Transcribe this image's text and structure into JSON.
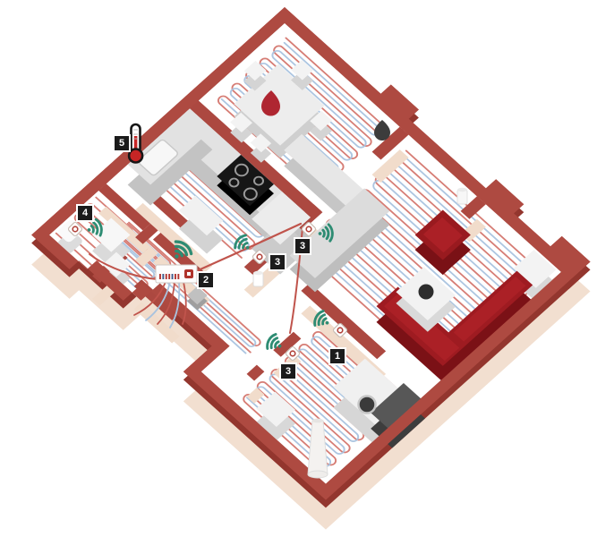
{
  "figure": {
    "kind": "isometric-floorplan-illustration"
  },
  "badges": [
    {
      "label": "1",
      "kind": "room-thermostat-icon"
    },
    {
      "label": "2",
      "kind": "heating-manifold-icon"
    },
    {
      "label": "3",
      "kind": "room-thermostat-icon"
    },
    {
      "label": "3",
      "kind": "room-thermostat-icon"
    },
    {
      "label": "3",
      "kind": "room-thermostat-icon"
    },
    {
      "label": "4",
      "kind": "room-thermostat-icon"
    },
    {
      "label": "5",
      "kind": "thermometer-icon"
    }
  ],
  "colors": {
    "wall_top": "#AE4A41",
    "wall_shadow": "#93362E",
    "wall_side": "#F2DFD0",
    "interior_wall_side": "#F1DCCB",
    "floor": "#FFFFFF",
    "pipe_supply": "#D4766E",
    "pipe_return": "#A9C3DF",
    "wireless_arc": "#2E8C73",
    "badge_bg": "#1B1B1B",
    "badge_text": "#FFFFFF",
    "sofa": "#9E1B21",
    "decor_bowl": "#AF2631"
  },
  "heating": {
    "loops": [
      {
        "room": "dining-room"
      },
      {
        "room": "living-room"
      },
      {
        "room": "kitchen"
      },
      {
        "room": "hallway"
      },
      {
        "room": "hallway-2"
      },
      {
        "room": "bathroom"
      },
      {
        "room": "bedroom"
      }
    ]
  }
}
